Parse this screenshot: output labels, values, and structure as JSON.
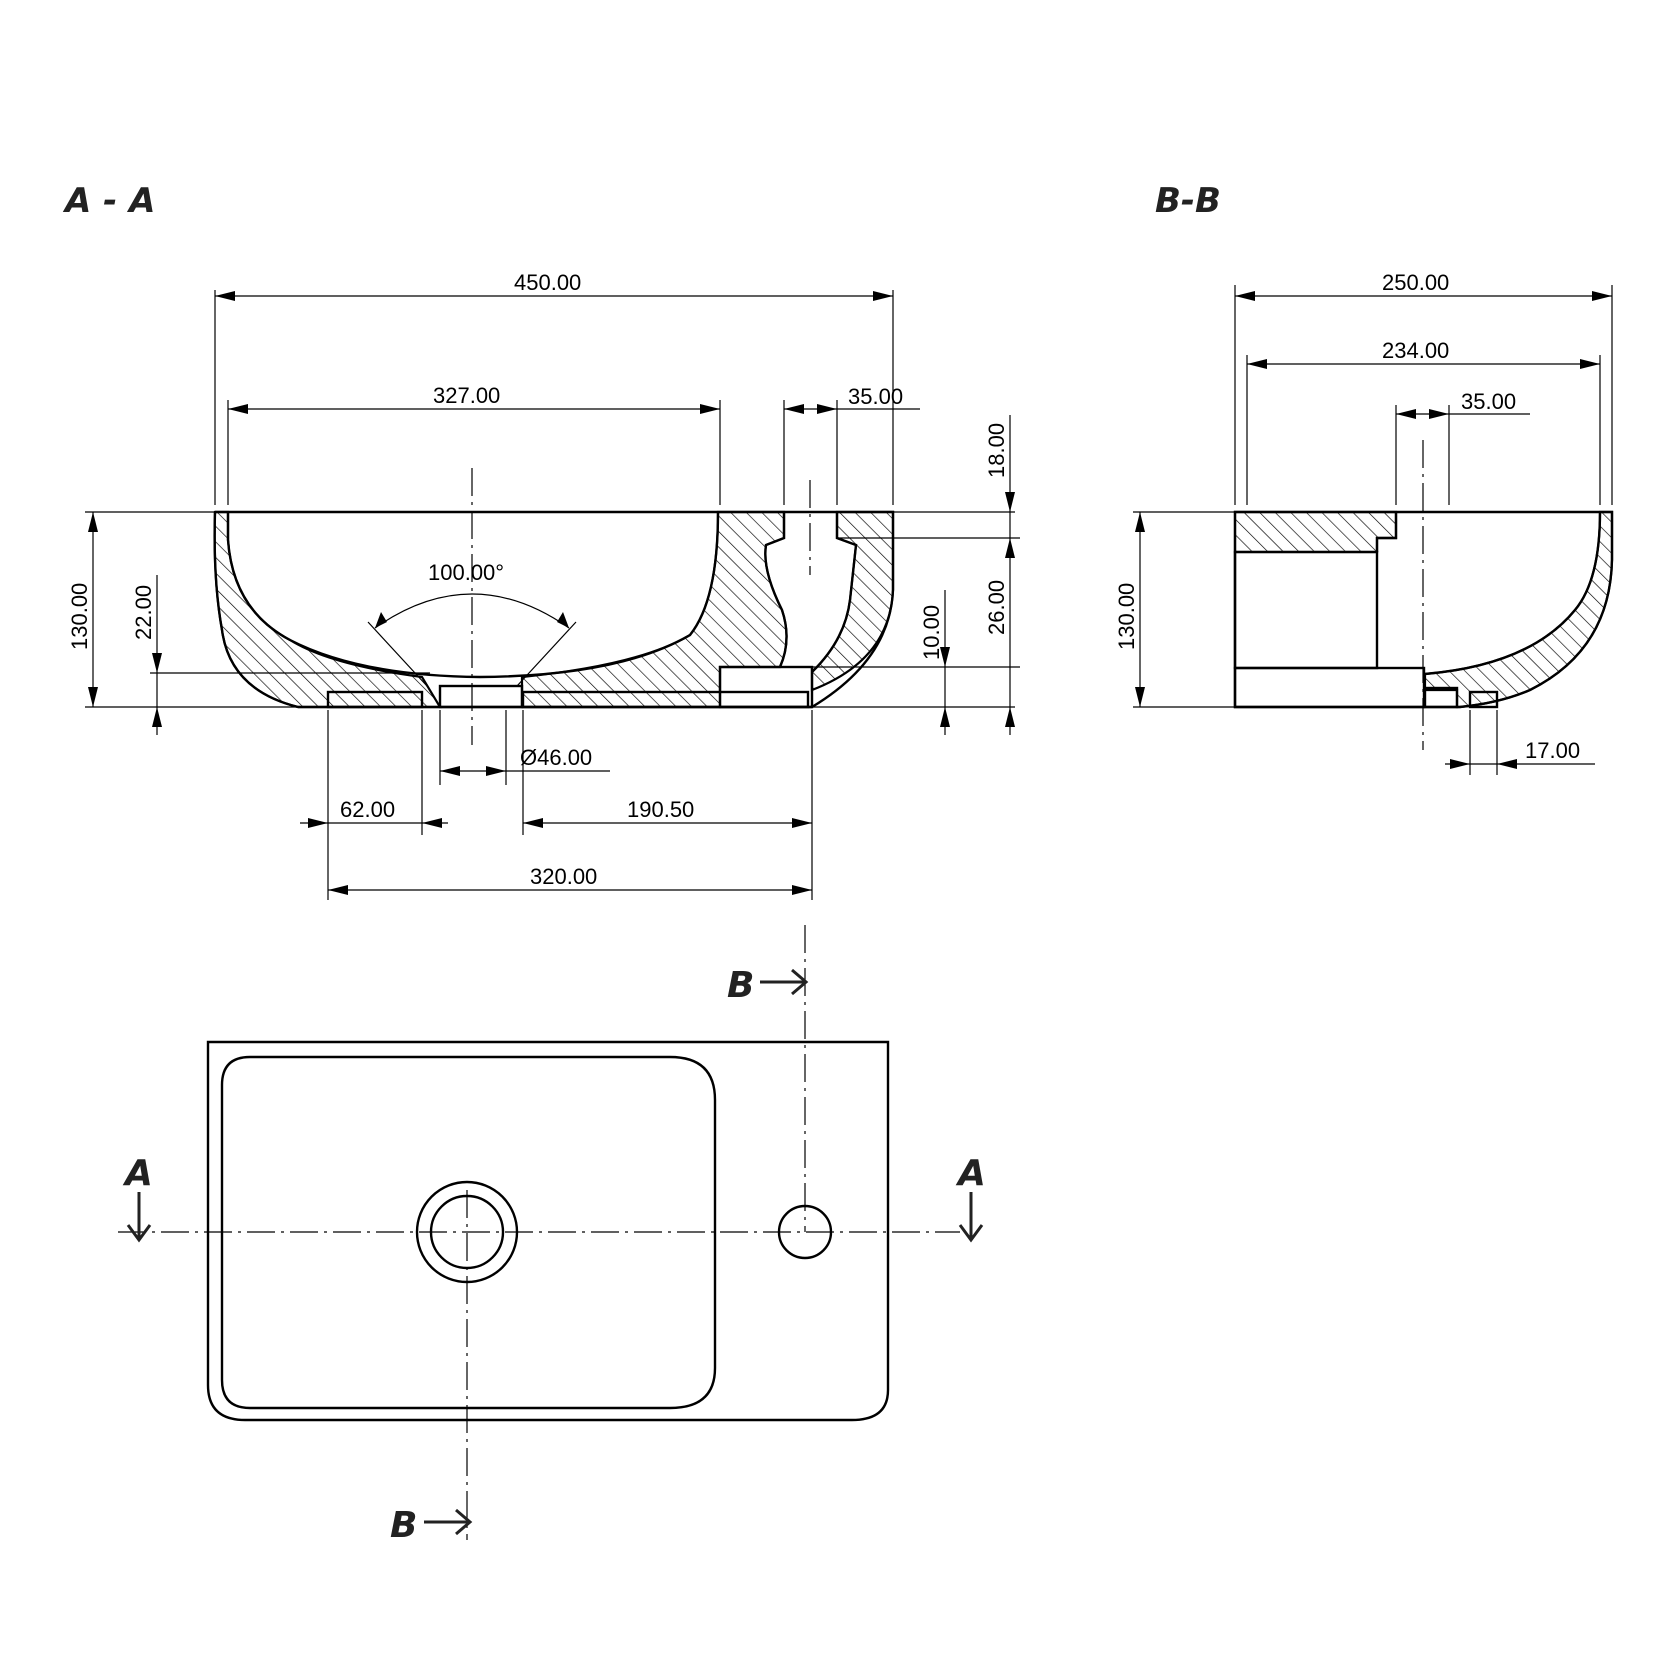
{
  "sections": {
    "aa_title": "A - A",
    "bb_title": "B-B"
  },
  "section_aa": {
    "width_overall": "450.00",
    "bowl_width": "327.00",
    "tap_hole_width": "35.00",
    "height": "130.00",
    "bottom_thickness": "22.00",
    "drain_angle": "100.00°",
    "rim_depth": "18.00",
    "tap_depth": "26.00",
    "tap_base": "10.00",
    "drain_diameter": "Ø46.00",
    "foot_left": "62.00",
    "foot_right": "190.50",
    "foot_span": "320.00"
  },
  "section_bb": {
    "depth_overall": "250.00",
    "inner_depth": "234.00",
    "tap_hole_width": "35.00",
    "height": "130.00",
    "foot_width": "17.00"
  },
  "plan_view": {
    "cut_a_left": "A",
    "cut_a_right": "A",
    "cut_b_top": "B",
    "cut_b_bottom": "B"
  }
}
